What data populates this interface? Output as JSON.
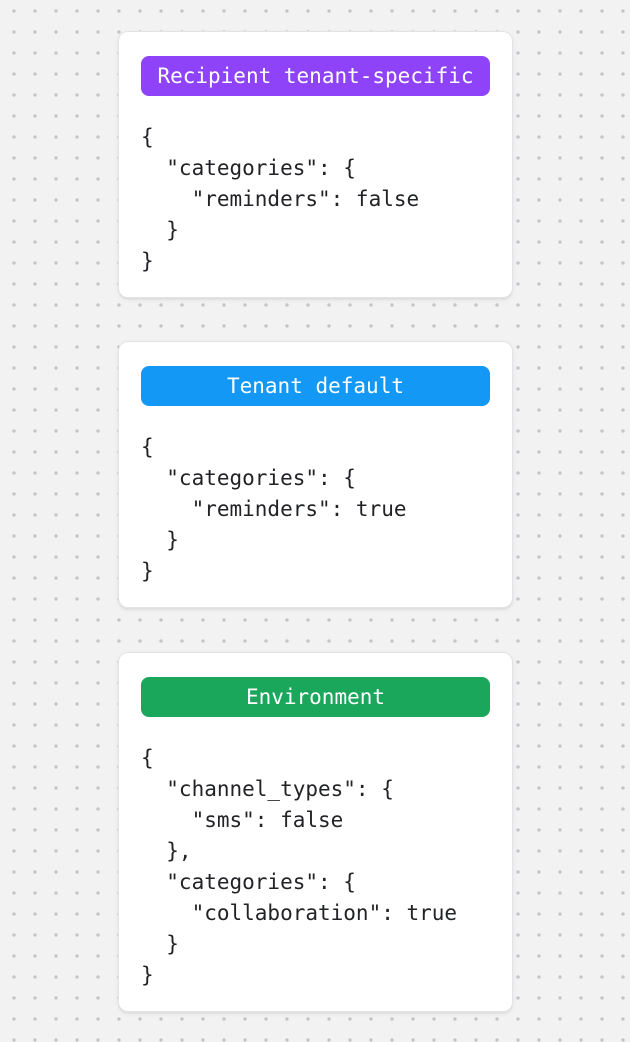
{
  "canvas": {
    "background_color": "#f2f2f3",
    "dot_color": "#c5c5c8",
    "card_background": "#ffffff",
    "card_border_color": "#e3e3e5",
    "code_text_color": "#222326",
    "badge_text_color": "#ffffff"
  },
  "cards": [
    {
      "label": "Recipient tenant-specific",
      "badge_color": "#8e43f8",
      "code": "{\n  \"categories\": {\n    \"reminders\": false\n  }\n}"
    },
    {
      "label": "Tenant default",
      "badge_color": "#1398f5",
      "code": "{\n  \"categories\": {\n    \"reminders\": true\n  }\n}"
    },
    {
      "label": "Environment",
      "badge_color": "#1aa65b",
      "code": "{\n  \"channel_types\": {\n    \"sms\": false\n  },\n  \"categories\": {\n    \"collaboration\": true\n  }\n}"
    }
  ]
}
